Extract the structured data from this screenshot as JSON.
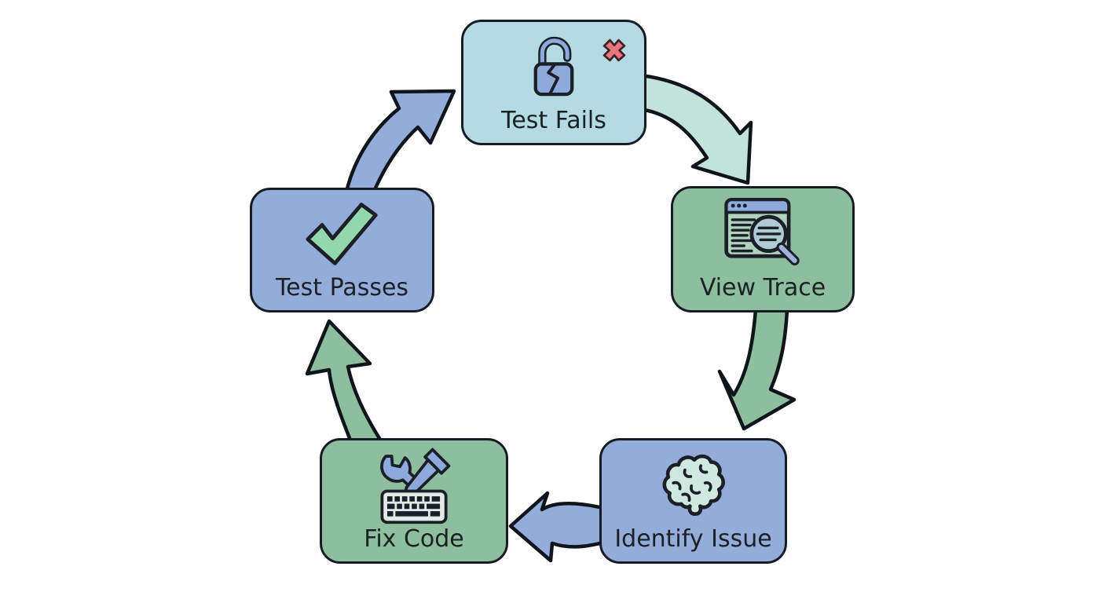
{
  "diagram": {
    "type": "cycle-flowchart",
    "background": "#ffffff",
    "outline_color": "#171c24",
    "text_color": "#1b2026"
  },
  "nodes": [
    {
      "id": "test-fails",
      "label": "Test Fails",
      "icon": "broken-lock-icon",
      "badge": "error-x-icon",
      "fill": "#b4dbe3"
    },
    {
      "id": "view-trace",
      "label": "View Trace",
      "icon": "browser-search-icon",
      "fill": "#8dbf9f"
    },
    {
      "id": "identify-issue",
      "label": "Identify Issue",
      "icon": "brain-icon",
      "fill": "#93acd9"
    },
    {
      "id": "fix-code",
      "label": "Fix Code",
      "icon": "tools-keyboard-icon",
      "fill": "#8dbf9f"
    },
    {
      "id": "test-passes",
      "label": "Test Passes",
      "icon": "checkmark-icon",
      "fill": "#93d8ac"
    }
  ],
  "flow": [
    {
      "from": "Test Fails",
      "to": "View Trace",
      "arrow_color": "#c2e2da"
    },
    {
      "from": "View Trace",
      "to": "Identify Issue",
      "arrow_color": "#8dbf9f"
    },
    {
      "from": "Identify Issue",
      "to": "Fix Code",
      "arrow_color": "#93acd9"
    },
    {
      "from": "Fix Code",
      "to": "Test Passes",
      "arrow_color": "#8dbf9f"
    },
    {
      "from": "Test Passes",
      "to": "Test Fails",
      "arrow_color": "#93acd9"
    }
  ],
  "palette": {
    "light_blue_box": "#b4dbe3",
    "green_box": "#8dbf9f",
    "blue_box": "#93acd9",
    "mint_arrow": "#c2e2da",
    "icon_blue": "#8ea9dc",
    "icon_mint": "#cfe9e1",
    "check_green": "#93d8ac",
    "error_red": "#e9767c"
  }
}
